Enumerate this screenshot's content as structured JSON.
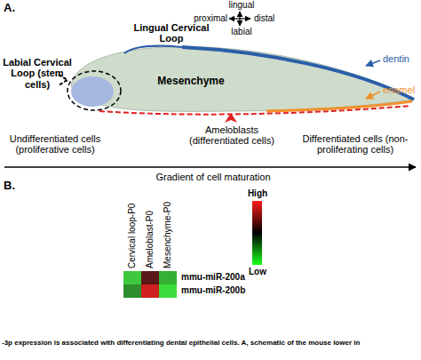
{
  "diagram": {
    "caption": "-3p expression is associated with differentiating dental epithelial cells. A, schematic of the mouse lower in",
    "nodes": [
      {
        "text": [
          "Mesenchyme"
        ]
      }
    ],
    "labels": [
      "A.",
      "lingual",
      "proximal",
      "distal",
      "labial",
      "Lingual Cervical Loop",
      "Labial Cervical Loop (stem cells)",
      "dentin",
      "enamel",
      "Ameloblasts (differentiated cells)",
      "Undifferentiated cells (proliferative cells)",
      "Gradient of cell maturation",
      "Differentiated cells (non-proliferating cells)",
      "B.",
      "High",
      "Cervical loop-P0",
      "Ameloblast-P0",
      "Mesenchyme-P0",
      "Low",
      "mmu-miR-200a",
      "mmu-miR-200b"
    ]
  }
}
